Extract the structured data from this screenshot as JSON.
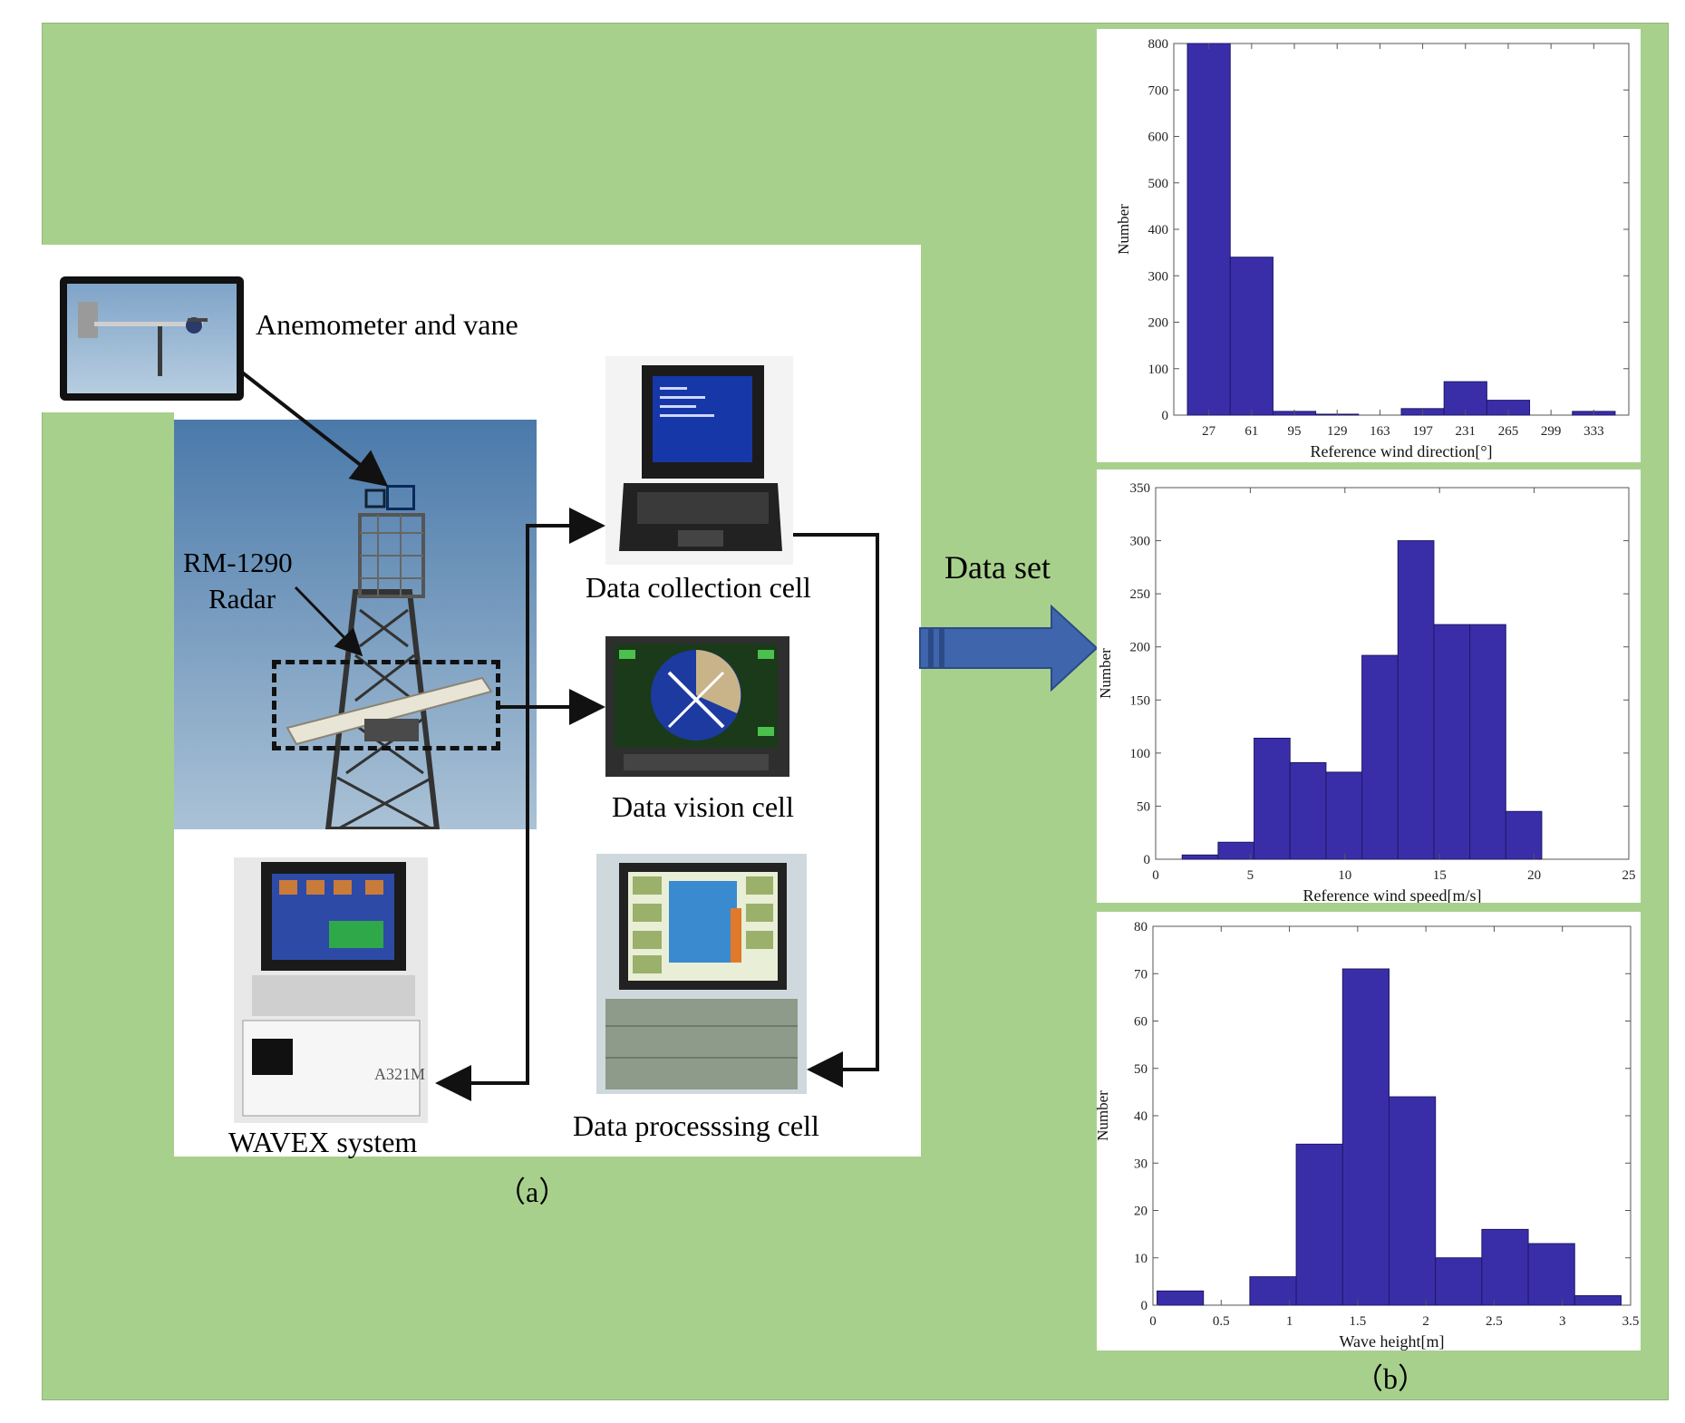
{
  "figure": {
    "panel_a_label": "（a）",
    "panel_b_label": "（b）",
    "data_set_label": "Data set",
    "anemometer_label": "Anemometer and vane",
    "radar_label_line1": "RM-1290",
    "radar_label_line2": "Radar",
    "collection_label": "Data collection cell",
    "vision_label": "Data vision cell",
    "processing_label": "Data processsing cell",
    "wavex_label": "WAVEX system",
    "wavex_device_text": "A321M"
  },
  "colors": {
    "background_panel": "#a8d08d",
    "bar_fill": "#3a2ea8",
    "arrow_blue": "#3f65ad"
  },
  "chart_data": [
    {
      "type": "bar",
      "xlabel": "Reference wind direction[°]",
      "ylabel": "Number",
      "categories": [
        "27",
        "61",
        "95",
        "129",
        "163",
        "197",
        "231",
        "265",
        "299",
        "333"
      ],
      "values": [
        800,
        340,
        8,
        2,
        0,
        14,
        72,
        32,
        0,
        8
      ],
      "ylim": [
        0,
        800
      ],
      "yticks": [
        0,
        100,
        200,
        300,
        400,
        500,
        600,
        700,
        800
      ]
    },
    {
      "type": "bar",
      "xlabel": "Reference wind speed[m/s]",
      "ylabel": "Number",
      "bin_edges": [
        1.4,
        3.3,
        5.2,
        7.1,
        9.0,
        10.9,
        12.8,
        14.7,
        16.6,
        18.5,
        20.4
      ],
      "values": [
        4,
        16,
        114,
        91,
        82,
        192,
        300,
        221,
        221,
        45
      ],
      "xlim": [
        0,
        25
      ],
      "ylim": [
        0,
        350
      ],
      "xticks": [
        0,
        5,
        10,
        15,
        20,
        25
      ],
      "yticks": [
        0,
        50,
        100,
        150,
        200,
        250,
        300,
        350
      ]
    },
    {
      "type": "bar",
      "xlabel": "Wave height[m]",
      "ylabel": "Number",
      "bin_edges": [
        0.03,
        0.37,
        0.71,
        1.05,
        1.39,
        1.73,
        2.07,
        2.41,
        2.75,
        3.09,
        3.43
      ],
      "values": [
        3,
        0,
        6,
        34,
        71,
        44,
        10,
        16,
        13,
        2
      ],
      "xlim": [
        0,
        3.5
      ],
      "ylim": [
        0,
        80
      ],
      "xticks": [
        0,
        0.5,
        1,
        1.5,
        2,
        2.5,
        3,
        3.5
      ],
      "yticks": [
        0,
        10,
        20,
        30,
        40,
        50,
        60,
        70,
        80
      ]
    }
  ]
}
